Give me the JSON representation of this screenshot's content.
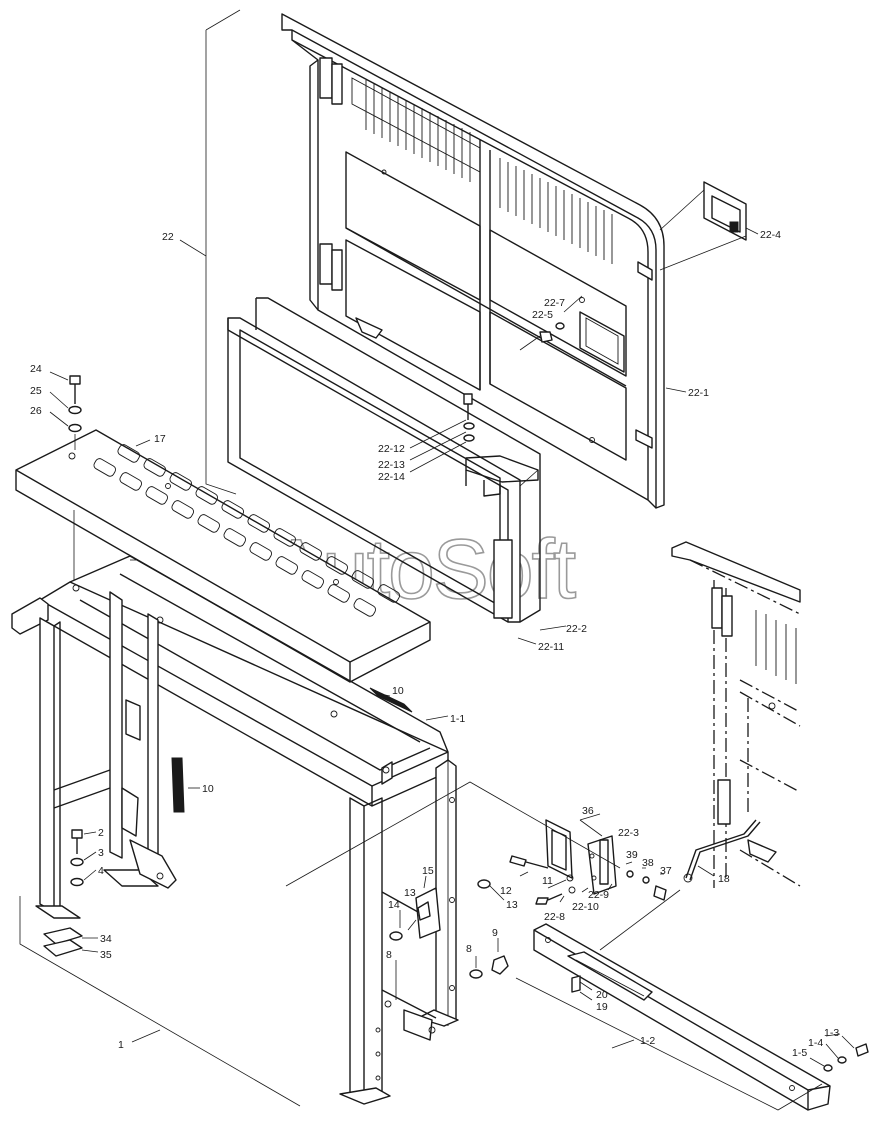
{
  "watermark": "AutoSoft",
  "callouts": {
    "c1": "1",
    "c1_1": "1-1",
    "c1_2": "1-2",
    "c1_3": "1-3",
    "c1_4": "1-4",
    "c1_5": "1-5",
    "c2": "2",
    "c3": "3",
    "c4": "4",
    "c8a": "8",
    "c8b": "8",
    "c9": "9",
    "c10a": "10",
    "c10b": "10",
    "c11": "11",
    "c12": "12",
    "c13a": "13",
    "c13b": "13",
    "c14": "14",
    "c15": "15",
    "c17": "17",
    "c18": "18",
    "c19": "19",
    "c20": "20",
    "c22": "22",
    "c22_1": "22-1",
    "c22_2": "22-2",
    "c22_3": "22-3",
    "c22_4": "22-4",
    "c22_5": "22-5",
    "c22_7": "22-7",
    "c22_8": "22-8",
    "c22_9": "22-9",
    "c22_10": "22-10",
    "c22_11": "22-11",
    "c22_12": "22-12",
    "c22_13": "22-13",
    "c22_14": "22-14",
    "c24": "24",
    "c25": "25",
    "c26": "26",
    "c34": "34",
    "c35": "35",
    "c36": "36",
    "c37": "37",
    "c38": "38",
    "c39": "39"
  }
}
